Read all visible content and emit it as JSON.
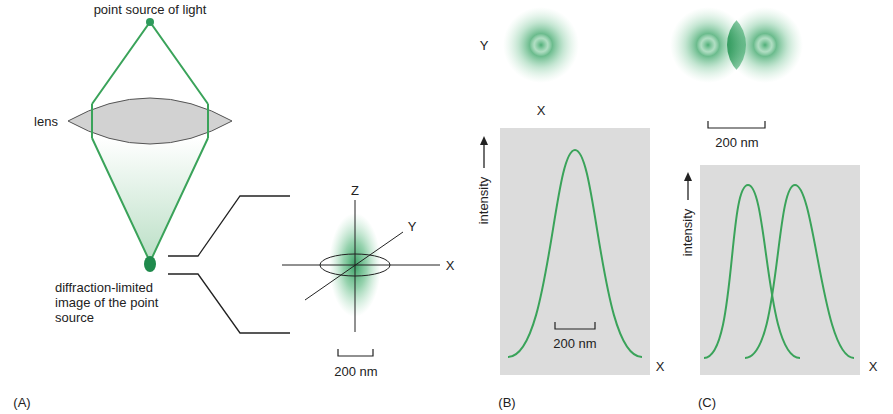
{
  "diagram": {
    "labels": [
      "point source of light",
      "lens",
      "diffraction-limited image of the point source",
      "Z",
      "Y",
      "X",
      "200 nm",
      "(A)",
      "Y",
      "X",
      "intensity",
      "200 nm",
      "X",
      "(B)",
      "200 nm",
      "intensity",
      "X",
      "(C)"
    ]
  }
}
